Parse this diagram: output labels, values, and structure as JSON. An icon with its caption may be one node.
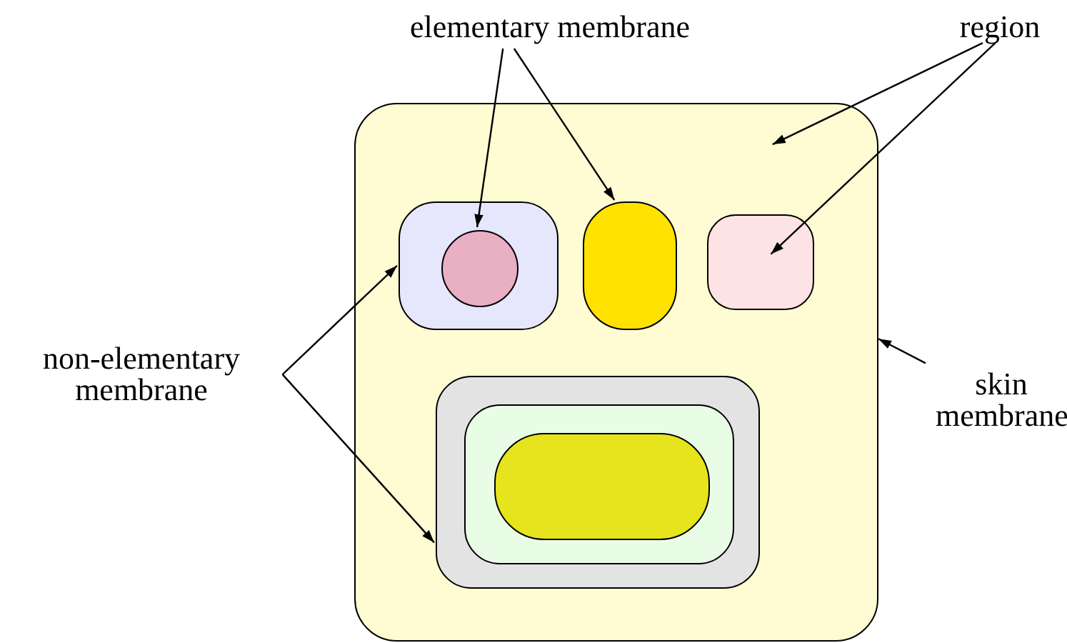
{
  "diagram": {
    "nodes": [
      {
        "text": [
          "elementary membrane"
        ]
      },
      {
        "text": [
          "region"
        ]
      },
      {
        "text": [],
        "shape": "box"
      },
      {
        "text": [],
        "shape": "box",
        "in": 2
      },
      {
        "text": [],
        "shape": "circle",
        "in": 3
      },
      {
        "text": [],
        "shape": "box",
        "in": 2
      },
      {
        "text": [],
        "shape": "box",
        "in": 2
      },
      {
        "text": [
          "non-elementary membrane"
        ]
      },
      {
        "text": [
          "skin membrane"
        ]
      },
      {
        "text": [],
        "shape": "box",
        "in": 2
      },
      {
        "text": [],
        "shape": "box",
        "in": 9
      },
      {
        "text": [],
        "shape": "box",
        "in": 10
      }
    ],
    "edges": [
      {
        "from": 0,
        "to": 4,
        "arrow": "to"
      },
      {
        "from": 0,
        "to": 5,
        "arrow": "to"
      },
      {
        "from": 1,
        "to": 2,
        "arrow": "to"
      },
      {
        "from": 1,
        "to": 6,
        "arrow": "to"
      },
      {
        "from": 7,
        "to": 3,
        "arrow": "to"
      },
      {
        "from": 7,
        "to": 9,
        "arrow": "to"
      },
      {
        "from": 8,
        "to": 2,
        "arrow": "to"
      }
    ]
  }
}
